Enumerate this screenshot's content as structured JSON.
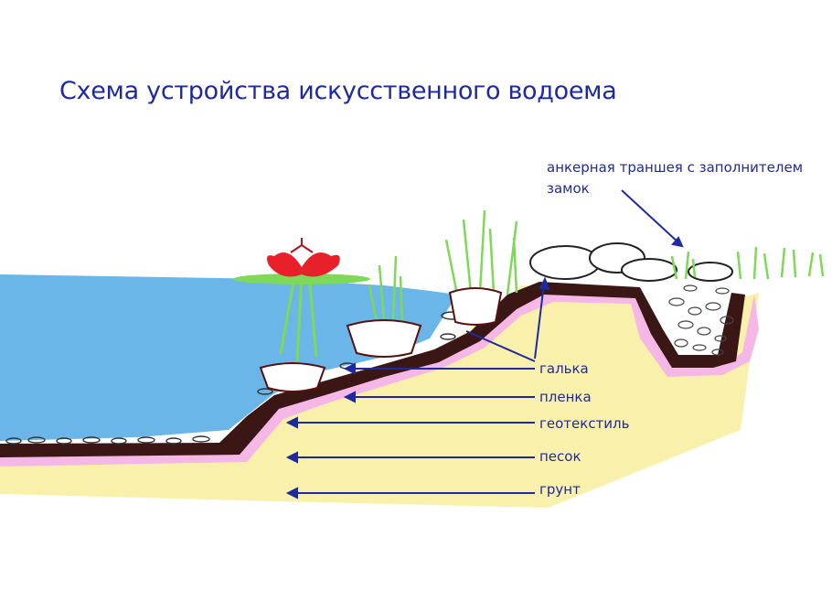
{
  "title": "Схема устройства искусственного водоема",
  "labels": {
    "anchor_trench": "анкерная траншея с заполнителем",
    "lock": "замок",
    "pebbles": "галька",
    "film": "пленка",
    "geotextile": "геотекстиль",
    "sand": "песок",
    "soil": "грунт"
  },
  "colors": {
    "ink": "#1f2aa0",
    "water": "#5aaee6",
    "sand": "#f8ef9c",
    "geotextile": "#f4b7e6",
    "film": "#3a1714",
    "grass": "#7ed957",
    "flower": "#e8202a"
  }
}
